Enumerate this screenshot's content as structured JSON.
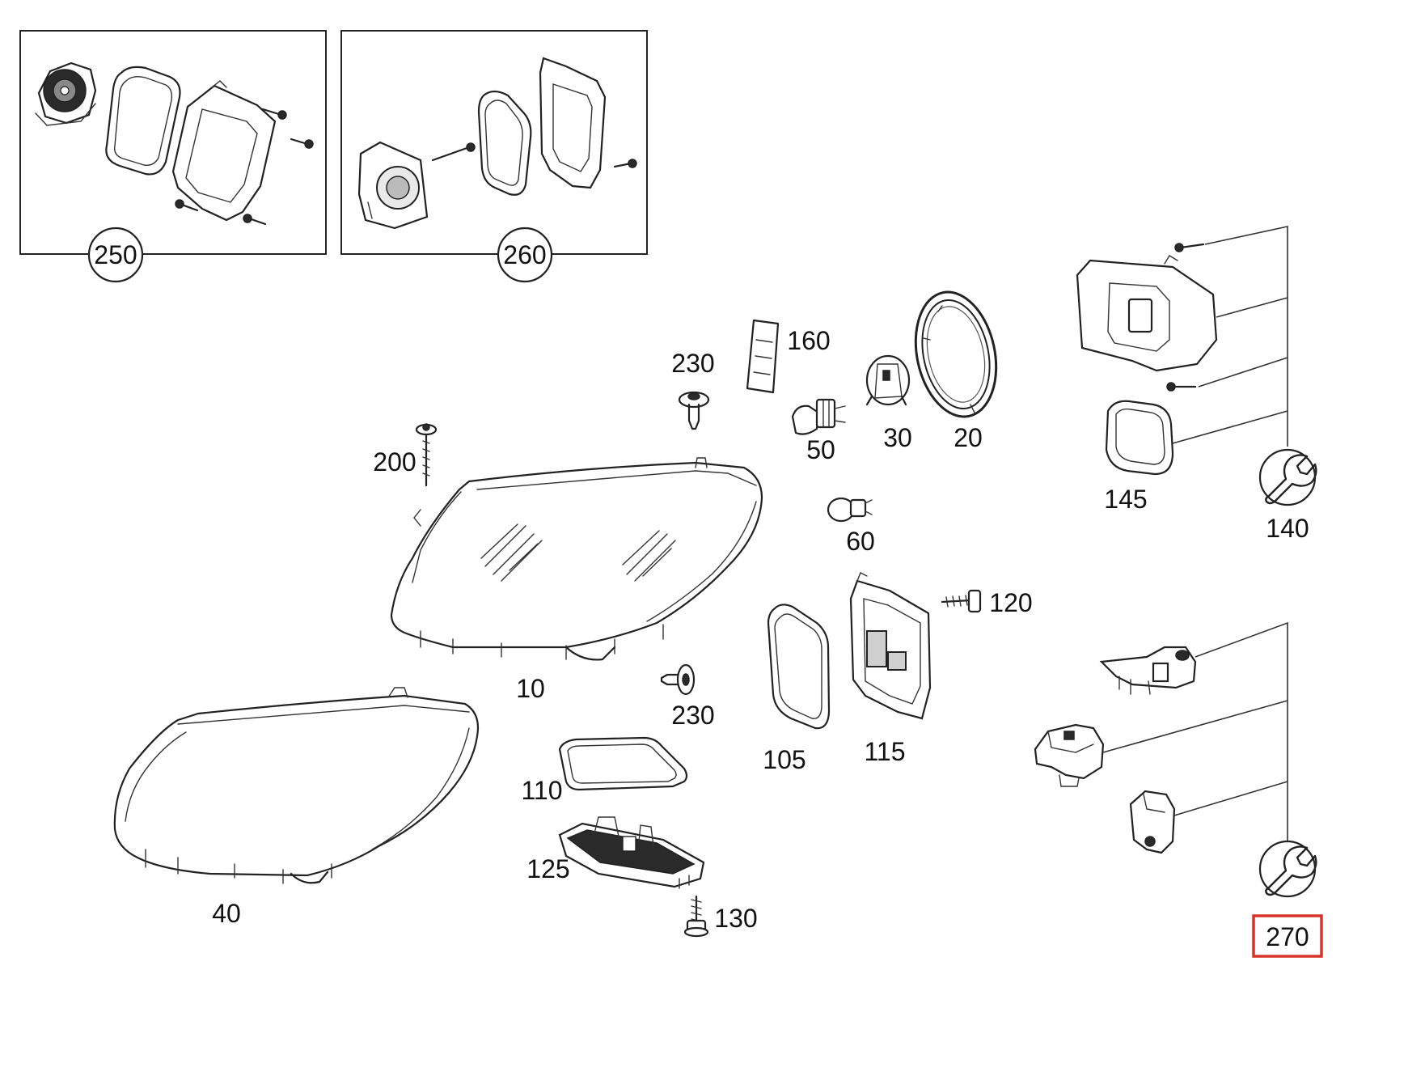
{
  "diagram": {
    "parts": [
      {
        "id": "p10",
        "label": "10"
      },
      {
        "id": "p20",
        "label": "20"
      },
      {
        "id": "p30",
        "label": "30"
      },
      {
        "id": "p40",
        "label": "40"
      },
      {
        "id": "p50",
        "label": "50"
      },
      {
        "id": "p60",
        "label": "60"
      },
      {
        "id": "p105",
        "label": "105"
      },
      {
        "id": "p110",
        "label": "110"
      },
      {
        "id": "p115",
        "label": "115"
      },
      {
        "id": "p120",
        "label": "120"
      },
      {
        "id": "p125",
        "label": "125"
      },
      {
        "id": "p130",
        "label": "130"
      },
      {
        "id": "p140",
        "label": "140"
      },
      {
        "id": "p145",
        "label": "145"
      },
      {
        "id": "p160",
        "label": "160"
      },
      {
        "id": "p200",
        "label": "200"
      },
      {
        "id": "p230a",
        "label": "230"
      },
      {
        "id": "p230b",
        "label": "230"
      },
      {
        "id": "p250",
        "label": "250"
      },
      {
        "id": "p260",
        "label": "260"
      },
      {
        "id": "p270",
        "label": "270"
      }
    ],
    "highlight_color": "#d9322a",
    "highlighted_part": "270",
    "icons": [
      "wrench-icon",
      "wrench-icon"
    ]
  }
}
